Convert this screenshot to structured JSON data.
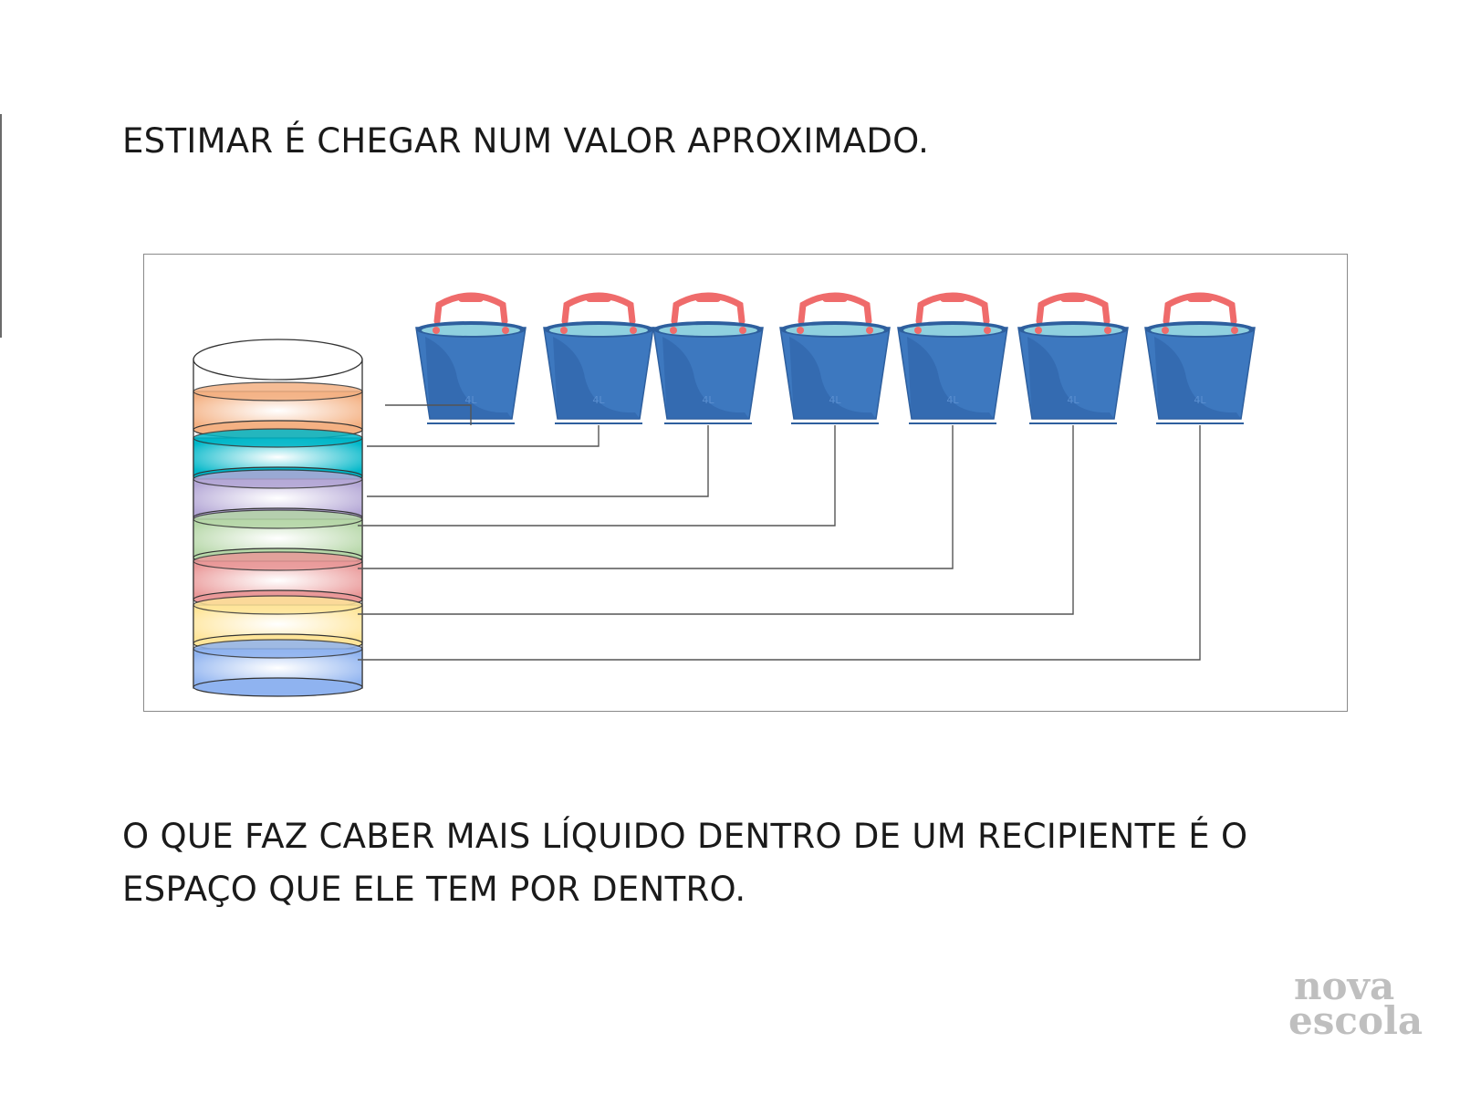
{
  "title": "ESTIMAR É CHEGAR NUM VALOR APROXIMADO.",
  "body": "O QUE FAZ CABER MAIS LÍQUIDO DENTRO DE UM RECIPIENTE É O ESPAÇO QUE ELE TEM POR DENTRO.",
  "buckets": [
    {
      "label": "4L"
    },
    {
      "label": "4L"
    },
    {
      "label": "4L"
    },
    {
      "label": "4L"
    },
    {
      "label": "4L"
    },
    {
      "label": "4L"
    },
    {
      "label": "4L"
    }
  ],
  "layers": [
    {
      "color": "#f4b183"
    },
    {
      "color": "#00b7c9"
    },
    {
      "color": "#b4a7d6"
    },
    {
      "color": "#b6d7a8"
    },
    {
      "color": "#ea9999"
    },
    {
      "color": "#ffe599"
    },
    {
      "color": "#8fb3f0"
    }
  ],
  "logo": {
    "line1": "nova",
    "line2": "escola"
  },
  "colors": {
    "bucket": "#3d78bf",
    "handle": "#ef6b6b",
    "water": "#8fd0df"
  }
}
